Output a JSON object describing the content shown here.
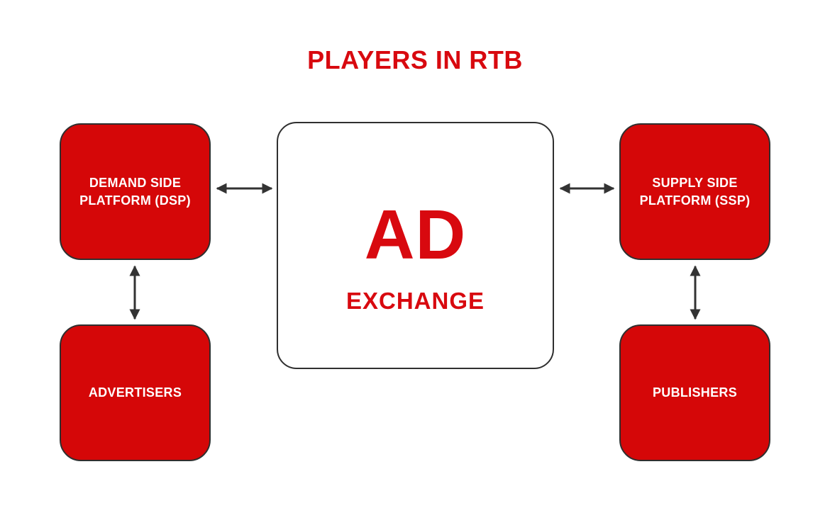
{
  "title": "PLAYERS IN RTB",
  "colors": {
    "red": "#d50708",
    "text_red": "#d8090f",
    "outline": "#2f2f2f",
    "arrow": "#333333",
    "white_text": "#ffffff",
    "background": "#ffffff"
  },
  "nodes": {
    "dsp": {
      "label": "DEMAND SIDE PLATFORM (DSP)"
    },
    "advertisers": {
      "label": "ADVERTISERS"
    },
    "ad_exchange": {
      "line1": "AD",
      "line2": "EXCHANGE"
    },
    "ssp": {
      "label": "SUPPLY SIDE PLATFORM (SSP)"
    },
    "publishers": {
      "label": "PUBLISHERS"
    }
  },
  "arrows": [
    {
      "name": "dsp-adexchange",
      "type": "horizontal-double"
    },
    {
      "name": "adexchange-ssp",
      "type": "horizontal-double"
    },
    {
      "name": "dsp-advertisers",
      "type": "vertical-double"
    },
    {
      "name": "ssp-publishers",
      "type": "vertical-double"
    }
  ]
}
